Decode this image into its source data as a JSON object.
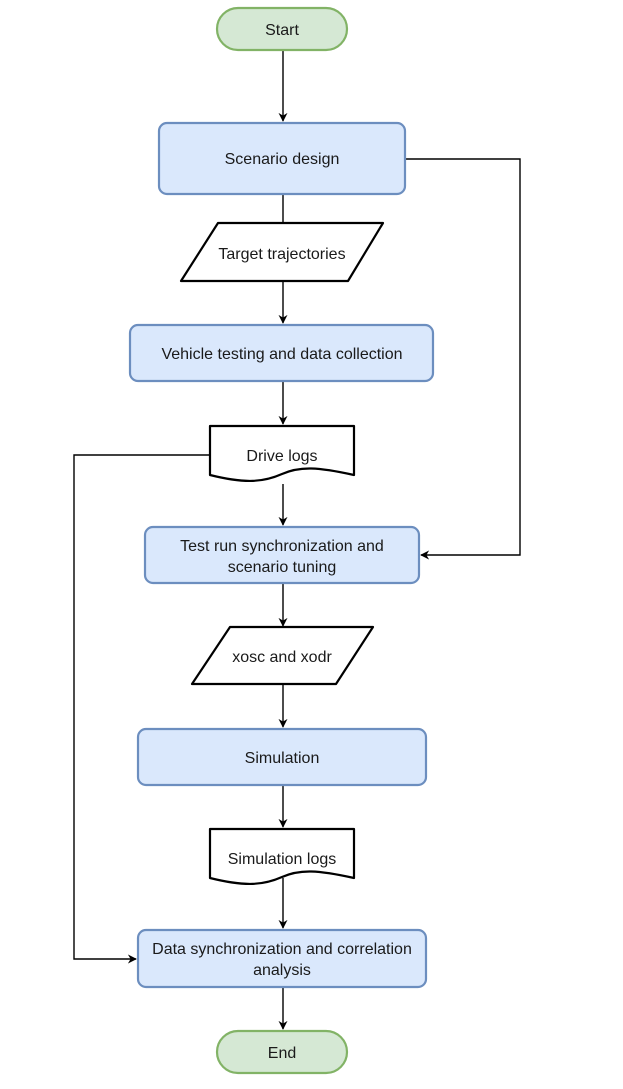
{
  "diagram": {
    "nodes": {
      "start": "Start",
      "scenario_design": "Scenario design",
      "target_trajectories": "Target trajectories",
      "vehicle_testing": "Vehicle testing and data collection",
      "drive_logs": "Drive logs",
      "test_run_sync_line1": "Test run synchronization and",
      "test_run_sync_line2": "scenario tuning",
      "xosc_xodr": "xosc and xodr",
      "simulation": "Simulation",
      "simulation_logs": "Simulation logs",
      "data_sync_line1": "Data synchronization and correlation",
      "data_sync_line2": "analysis",
      "end": "End"
    },
    "colors": {
      "process_fill": "#dae8fc",
      "process_stroke": "#6c8ebf",
      "terminator_fill": "#d5e8d4",
      "terminator_stroke": "#82b366",
      "io_fill": "#ffffff",
      "io_stroke": "#000000"
    }
  }
}
